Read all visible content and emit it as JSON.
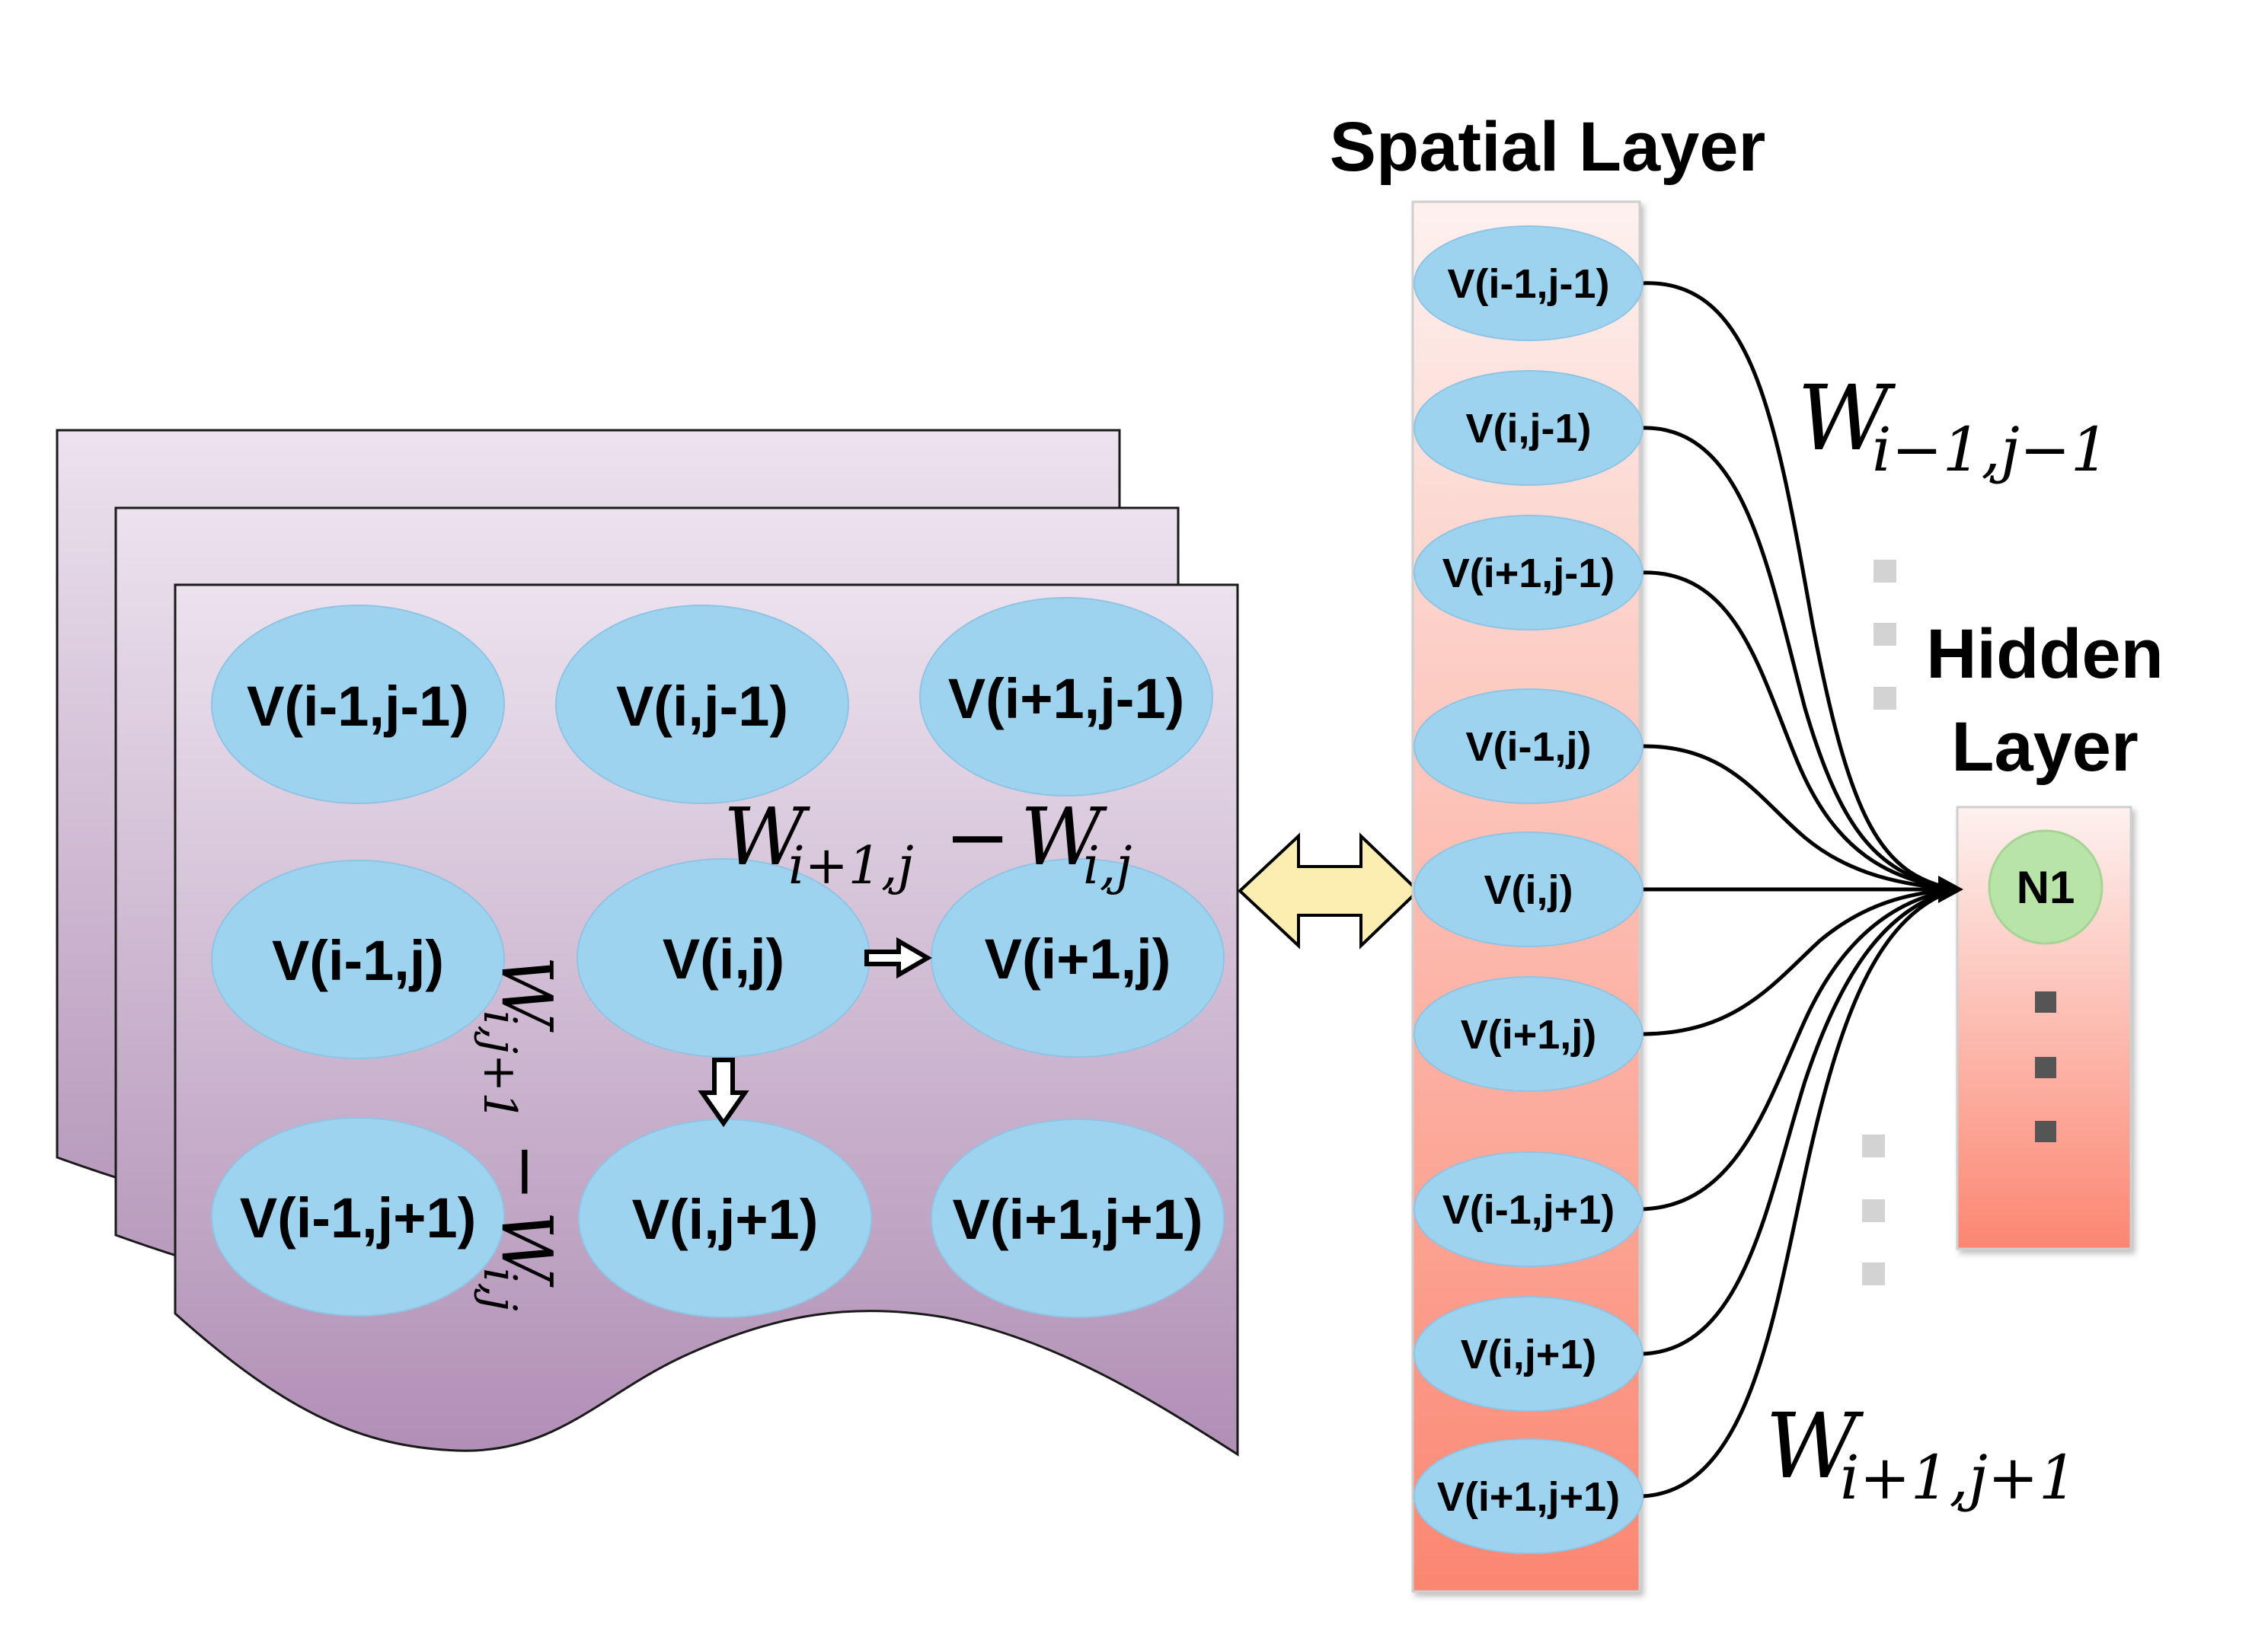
{
  "spatial_layer": {
    "title": "Spatial Layer",
    "nodes": [
      "V(i-1,j-1)",
      "V(i,j-1)",
      "V(i+1,j-1)",
      "V(i-1,j)",
      "V(i,j)",
      "V(i+1,j)",
      "V(i-1,j+1)",
      "V(i,j+1)",
      "V(i+1,j+1)"
    ]
  },
  "grid": {
    "nodes": [
      "V(i-1,j-1)",
      "V(i,j-1)",
      "V(i+1,j-1)",
      "V(i-1,j)",
      "V(i,j)",
      "V(i+1,j)",
      "V(i-1,j+1)",
      "V(i,j+1)",
      "V(i+1,j+1)"
    ],
    "horizontal_weight": {
      "w1": "W",
      "w1_sub": "i+1,j",
      "minus": "−",
      "w2": "W",
      "w2_sub": "i,j"
    },
    "vertical_weight": {
      "w1": "W",
      "w1_sub": "i,j+1",
      "minus": "−",
      "w2": "W",
      "w2_sub": "i,j"
    }
  },
  "hidden_layer": {
    "title_line1": "Hidden",
    "title_line2": "Layer",
    "node": "N1"
  },
  "weights": {
    "top": {
      "w": "W",
      "sub": "i−1,j−1"
    },
    "bottom": {
      "w": "W",
      "sub": "i+1,j+1"
    }
  },
  "colors": {
    "node_fill": "#9ed3ef",
    "hidden_node_fill": "#b9e4a7",
    "arrow_fill": "#fbeeb0",
    "sheet_top": "#ede3ef",
    "sheet_bottom": "#b394b7"
  }
}
